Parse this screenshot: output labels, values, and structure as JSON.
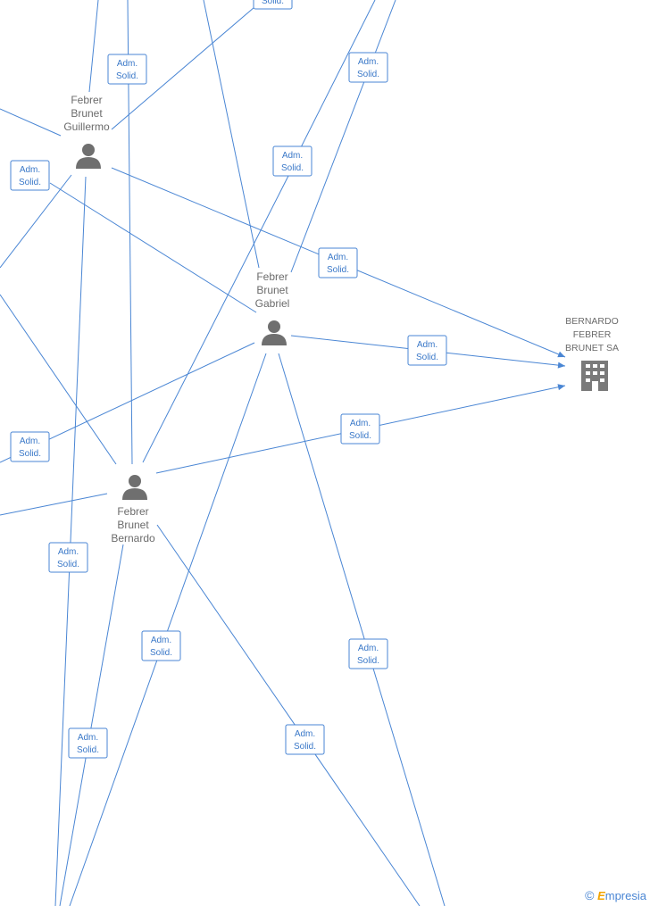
{
  "diagram": {
    "company": {
      "name_lines": [
        "BERNARDO",
        "FEBRER",
        "BRUNET SA"
      ],
      "icon": "building-icon"
    },
    "persons": [
      {
        "id": "guillermo",
        "name_lines": [
          "Febrer",
          "Brunet",
          "Guillermo"
        ],
        "icon": "person-icon"
      },
      {
        "id": "gabriel",
        "name_lines": [
          "Febrer",
          "Brunet",
          "Gabriel"
        ],
        "icon": "person-icon"
      },
      {
        "id": "bernardo",
        "name_lines": [
          "Febrer",
          "Brunet",
          "Bernardo"
        ],
        "icon": "person-icon"
      }
    ],
    "relation_label": [
      "Adm.",
      "Solid."
    ],
    "colors": {
      "edge": "#4a86d4",
      "badge_text": "#3a78c8",
      "label": "#6b6b6b",
      "icon": "#6f6f6f"
    }
  },
  "footer": {
    "copyright_symbol": "©",
    "brand_first": "E",
    "brand_rest": "mpresia"
  }
}
